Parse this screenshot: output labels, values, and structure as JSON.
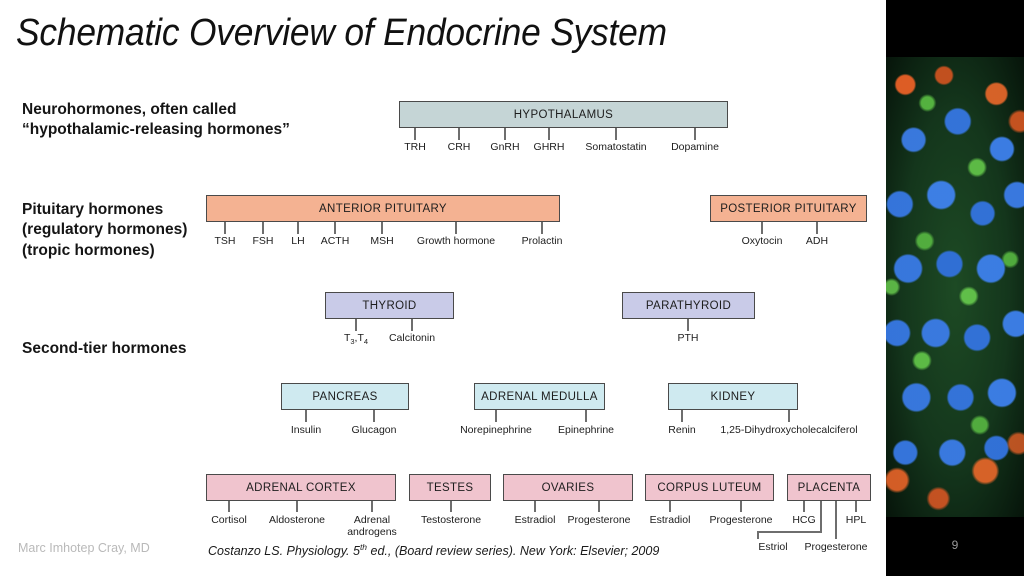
{
  "slide": {
    "title": "Schematic Overview of Endocrine System",
    "page_number": "9",
    "background_color": "#ffffff"
  },
  "captions": {
    "neurohormones": "Neurohormones, often called\n“hypothalamic-releasing hormones”",
    "pituitary": "Pituitary hormones\n(regulatory hormones)\n(tropic hormones)",
    "second_tier": "Second-tier hormones"
  },
  "colors": {
    "hypothalamus_fill": "#c5d5d6",
    "pituitary_fill": "#f4b292",
    "thyroid_fill": "#c9cbe8",
    "organ_fill": "#cfeaf0",
    "gonad_fill": "#f0c4ce",
    "box_border": "#4a4a4a",
    "connector": "#6e6e6e",
    "panel_background": "#000000",
    "page_number_color": "#9a9a9a",
    "author_color": "#b9b9b9"
  },
  "glands": [
    {
      "id": "hypothalamus",
      "label": "HYPOTHALAMUS",
      "tier": 1,
      "hormones": [
        "TRH",
        "CRH",
        "GnRH",
        "GHRH",
        "Somatostatin",
        "Dopamine"
      ]
    },
    {
      "id": "anterior-pituitary",
      "label": "ANTERIOR PITUITARY",
      "tier": 2,
      "hormones": [
        "TSH",
        "FSH",
        "LH",
        "ACTH",
        "MSH",
        "Growth hormone",
        "Prolactin"
      ]
    },
    {
      "id": "posterior-pituitary",
      "label": "POSTERIOR PITUITARY",
      "tier": 2,
      "hormones": [
        "Oxytocin",
        "ADH"
      ]
    },
    {
      "id": "thyroid",
      "label": "THYROID",
      "tier": 3,
      "hormones": [
        "T3,T4",
        "Calcitonin"
      ]
    },
    {
      "id": "parathyroid",
      "label": "PARATHYROID",
      "tier": 3,
      "hormones": [
        "PTH"
      ]
    },
    {
      "id": "pancreas",
      "label": "PANCREAS",
      "tier": 4,
      "hormones": [
        "Insulin",
        "Glucagon"
      ]
    },
    {
      "id": "adrenal-medulla",
      "label": "ADRENAL MEDULLA",
      "tier": 4,
      "hormones": [
        "Norepinephrine",
        "Epinephrine"
      ]
    },
    {
      "id": "kidney",
      "label": "KIDNEY",
      "tier": 4,
      "hormones": [
        "Renin",
        "1,25-Dihydroxycholecalciferol"
      ]
    },
    {
      "id": "adrenal-cortex",
      "label": "ADRENAL CORTEX",
      "tier": 5,
      "hormones": [
        "Cortisol",
        "Aldosterone",
        "Adrenal androgens"
      ]
    },
    {
      "id": "testes",
      "label": "TESTES",
      "tier": 5,
      "hormones": [
        "Testosterone"
      ]
    },
    {
      "id": "ovaries",
      "label": "OVARIES",
      "tier": 5,
      "hormones": [
        "Estradiol",
        "Progesterone"
      ]
    },
    {
      "id": "corpus-luteum",
      "label": "CORPUS LUTEUM",
      "tier": 5,
      "hormones": [
        "Estradiol",
        "Progesterone"
      ]
    },
    {
      "id": "placenta",
      "label": "PLACENTA",
      "tier": 5,
      "hormones": [
        "HCG",
        "HPL",
        "Estriol",
        "Progesterone"
      ]
    }
  ],
  "labels": {
    "hypothalamus": "HYPOTHALAMUS",
    "anterior_pituitary": "ANTERIOR PITUITARY",
    "posterior_pituitary": "POSTERIOR PITUITARY",
    "thyroid": "THYROID",
    "parathyroid": "PARATHYROID",
    "pancreas": "PANCREAS",
    "adrenal_medulla": "ADRENAL MEDULLA",
    "kidney": "KIDNEY",
    "adrenal_cortex": "ADRENAL CORTEX",
    "testes": "TESTES",
    "ovaries": "OVARIES",
    "corpus_luteum": "CORPUS LUTEUM",
    "placenta": "PLACENTA"
  },
  "hormones": {
    "trh": "TRH",
    "crh": "CRH",
    "gnrh": "GnRH",
    "ghrh": "GHRH",
    "somatostatin": "Somatostatin",
    "dopamine": "Dopamine",
    "tsh": "TSH",
    "fsh": "FSH",
    "lh": "LH",
    "acth": "ACTH",
    "msh": "MSH",
    "growth_hormone": "Growth hormone",
    "prolactin": "Prolactin",
    "oxytocin": "Oxytocin",
    "adh": "ADH",
    "calcitonin": "Calcitonin",
    "pth": "PTH",
    "insulin": "Insulin",
    "glucagon": "Glucagon",
    "norepinephrine": "Norepinephrine",
    "epinephrine": "Epinephrine",
    "renin": "Renin",
    "calcitriol": "1,25-Dihydroxycholecalciferol",
    "cortisol": "Cortisol",
    "aldosterone": "Aldosterone",
    "adrenal_androgens_line1": "Adrenal",
    "adrenal_androgens_line2": "androgens",
    "testosterone": "Testosterone",
    "estradiol_ovaries": "Estradiol",
    "progesterone_ovaries": "Progesterone",
    "estradiol_corpus": "Estradiol",
    "progesterone_corpus": "Progesterone",
    "hcg": "HCG",
    "hpl": "HPL",
    "estriol": "Estriol",
    "progesterone_placenta": "Progesterone"
  },
  "footer": {
    "author": "Marc Imhotep Cray, MD",
    "citation_before": "Costanzo LS. Physiology. 5",
    "citation_sup": "th",
    "citation_after": " ed., (Board review series). New York: Elsevier; 2009"
  }
}
